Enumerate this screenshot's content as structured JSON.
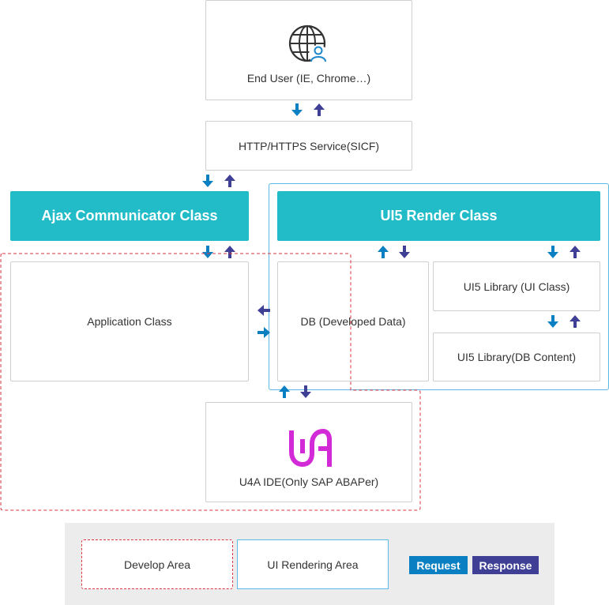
{
  "colors": {
    "request": "#0a7fc1",
    "response": "#3f3f96",
    "teal": "#22bcc9",
    "develop_border": "#d9343f",
    "ui_border": "#5bb8e8",
    "u4a_logo": "#d22ad6"
  },
  "nodes": {
    "end_user": "End User (IE, Chrome…)",
    "http_service": "HTTP/HTTPS Service(SICF)",
    "ajax": "Ajax Communicator Class",
    "ui5_render": "UI5 Render Class",
    "application": "Application Class",
    "db": "DB (Developed Data)",
    "ui5_lib_ui": "UI5 Library (UI Class)",
    "ui5_lib_db": "UI5 Library(DB Content)",
    "u4a_ide": "U4A IDE(Only SAP ABAPer)"
  },
  "icons": {
    "end_user": "globe-user-icon",
    "u4a": "u4a-logo-icon"
  },
  "legend": {
    "develop_area": "Develop Area",
    "ui_rendering_area": "UI Rendering Area",
    "request": "Request",
    "response": "Response"
  }
}
